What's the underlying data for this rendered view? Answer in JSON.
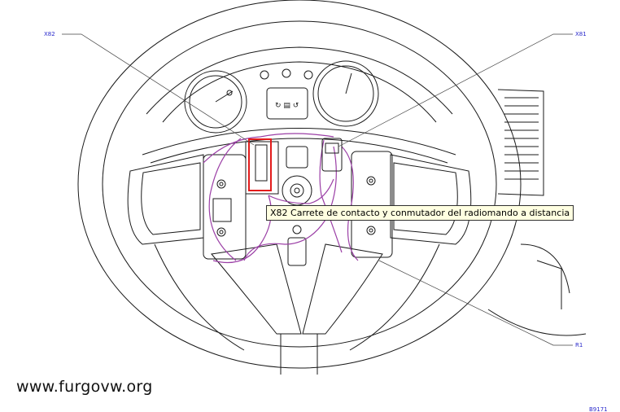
{
  "callouts": {
    "x82": "X82",
    "x81": "X81",
    "r1": "R1"
  },
  "tooltip": {
    "text": "X82 Carrete de contacto y conmutador del radiomando a distancia"
  },
  "watermark": "www.furgovw.org",
  "figure_ref": "B9171",
  "colors": {
    "line": "#1a1a1a",
    "callout_text": "#2a2acc",
    "wiring": "#9b3fa6",
    "highlight": "#e31b1b",
    "tooltip_bg": "#ffffe1"
  }
}
